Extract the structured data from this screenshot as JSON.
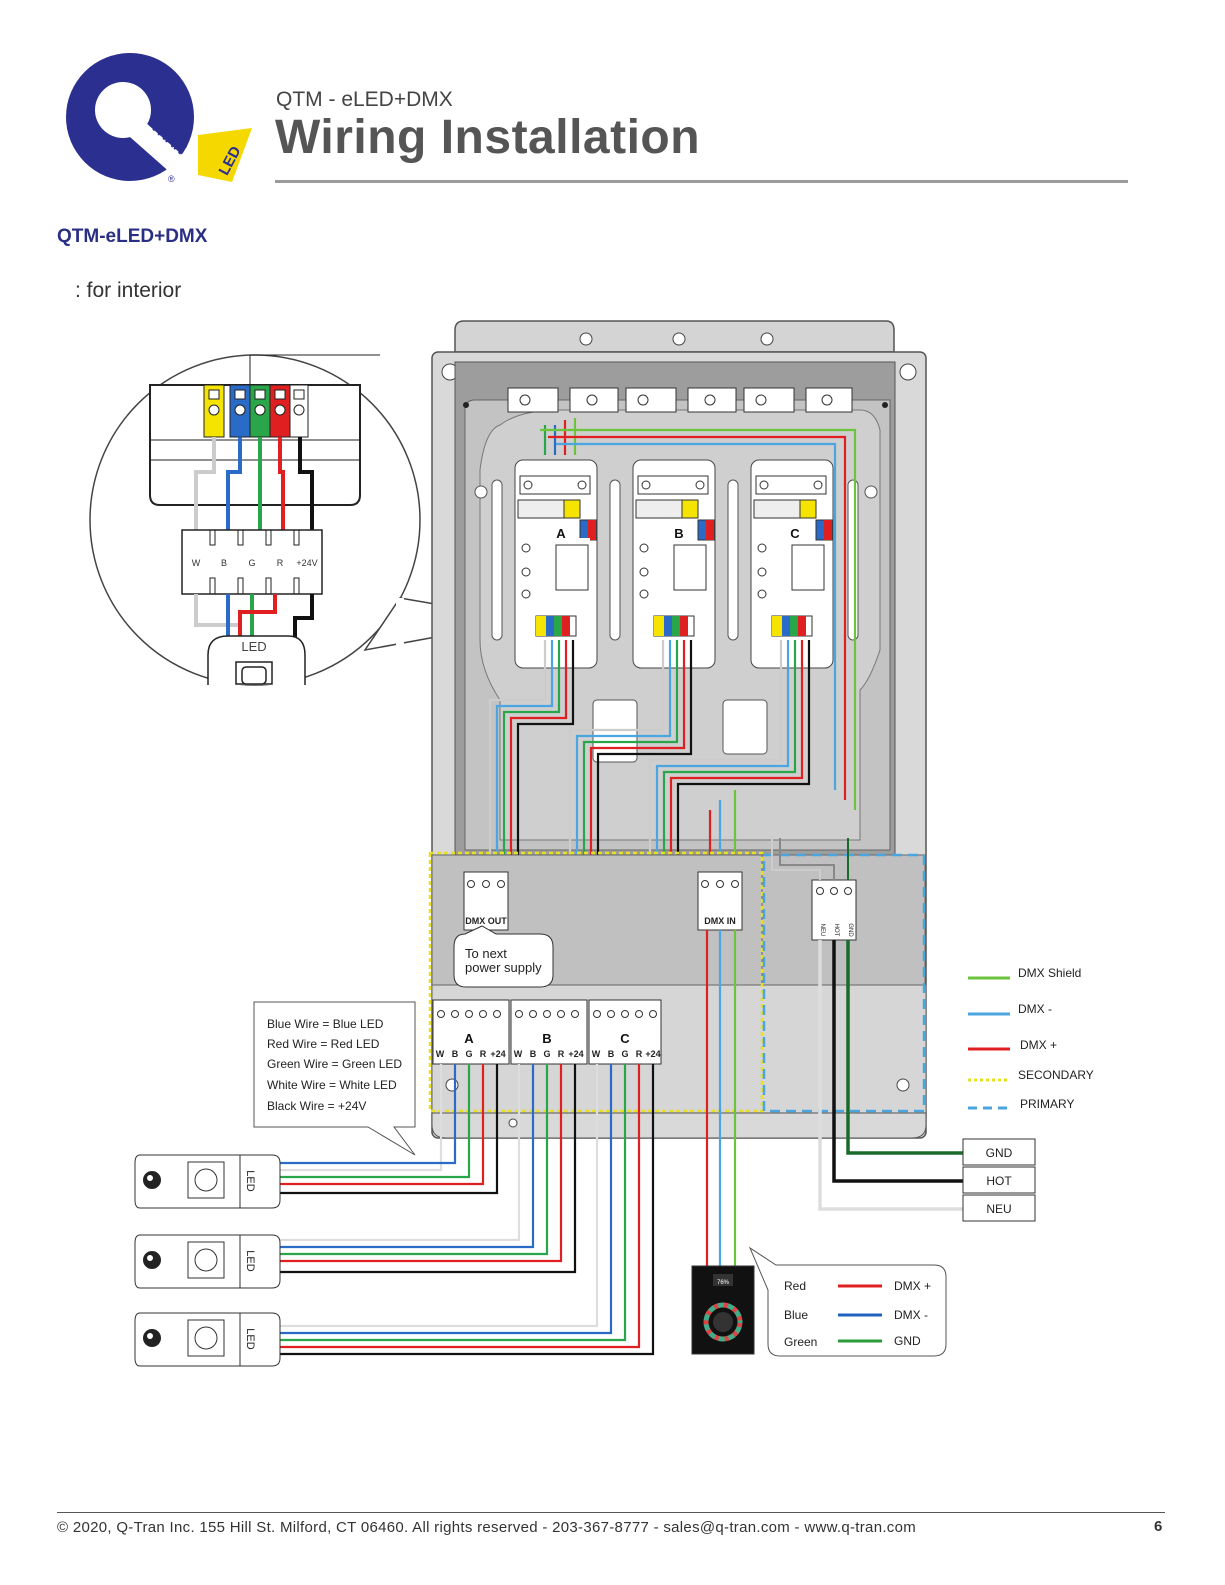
{
  "header": {
    "logo": {
      "letter": "Q",
      "word1": "TRAN",
      "word2": "LED",
      "reg": "®",
      "brand_blue": "#2b2f8f",
      "brand_yellow": "#f5d800"
    },
    "subtitle": "QTM - eLED+DMX",
    "title": "Wiring Installation"
  },
  "section": {
    "model": "QTM-eLED+DMX",
    "usage": ": for interior"
  },
  "zoom": {
    "channels": [
      "W",
      "B",
      "G",
      "R",
      "+24V"
    ],
    "led_label": "LED"
  },
  "modules": [
    "A",
    "B",
    "C"
  ],
  "terminals": {
    "dmx_out": "DMX OUT",
    "dmx_in": "DMX IN",
    "power": [
      "NEU",
      "HOT",
      "GND"
    ],
    "channel_groups": [
      {
        "name": "A",
        "pins": [
          "W",
          "B",
          "G",
          "R",
          "+24"
        ]
      },
      {
        "name": "B",
        "pins": [
          "W",
          "B",
          "G",
          "R",
          "+24"
        ]
      },
      {
        "name": "C",
        "pins": [
          "W",
          "B",
          "G",
          "R",
          "+24"
        ]
      }
    ]
  },
  "callout_next": [
    "To next",
    "power supply"
  ],
  "wire_key": [
    "Blue Wire = Blue LED",
    "Red Wire = Red LED",
    "Green Wire = Green LED",
    "White Wire = White LED",
    "Black Wire = +24V"
  ],
  "legend": [
    {
      "label": "DMX Shield",
      "color": "#6cc33c",
      "style": "solid"
    },
    {
      "label": "DMX -",
      "color": "#4aa5e0",
      "style": "solid"
    },
    {
      "label": "DMX +",
      "color": "#e02020",
      "style": "solid"
    },
    {
      "label": "SECONDARY",
      "color": "#e8e020",
      "style": "dotted"
    },
    {
      "label": "PRIMARY",
      "color": "#4aa5e0",
      "style": "dashed"
    }
  ],
  "mains": [
    "GND",
    "HOT",
    "NEU"
  ],
  "led_strips": [
    "LED",
    "LED",
    "LED"
  ],
  "controller": {
    "readout": "76%"
  },
  "dmx_map": [
    {
      "wire": "Red",
      "signal": "DMX +",
      "color": "#e02020"
    },
    {
      "wire": "Blue",
      "signal": "DMX -",
      "color": "#2060c0"
    },
    {
      "wire": "Green",
      "signal": "GND",
      "color": "#2a9a3a"
    }
  ],
  "footer": {
    "text": "© 2020, Q-Tran Inc.  155 Hill St. Milford, CT 06460. All rights reserved - 203-367-8777  -  sales@q-tran.com  -  www.q-tran.com",
    "page": "6"
  }
}
